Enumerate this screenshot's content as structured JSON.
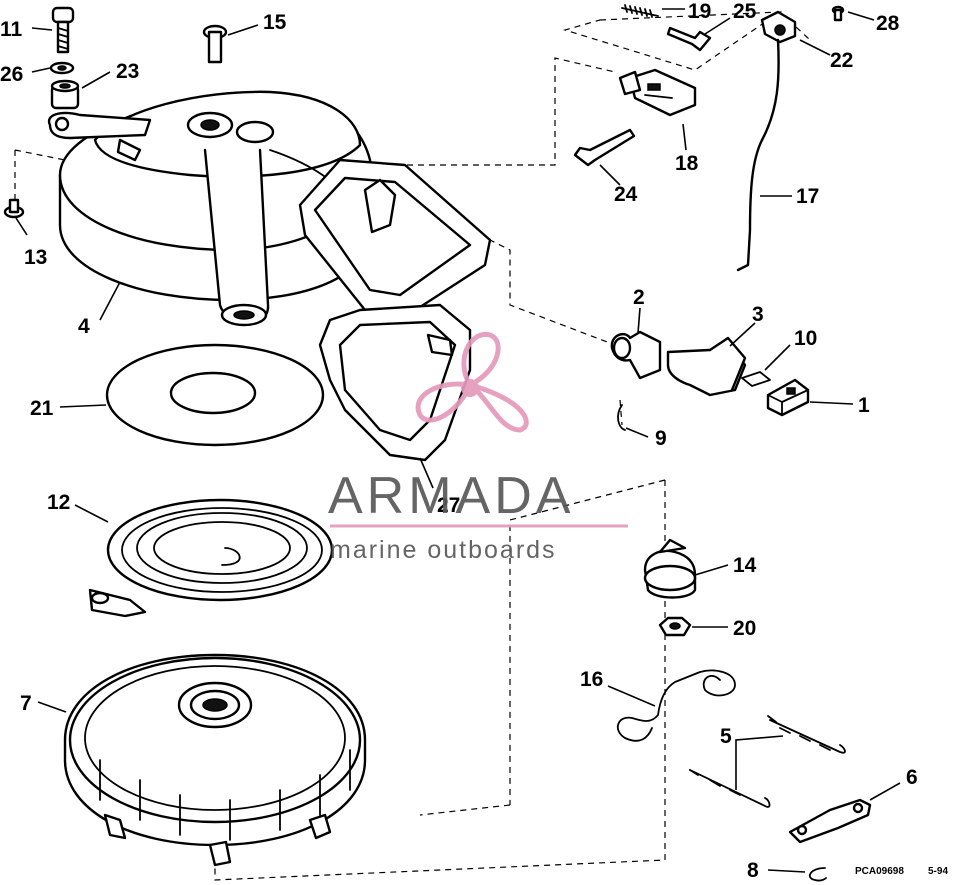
{
  "labels": {
    "p1": "1",
    "p2": "2",
    "p3": "3",
    "p4": "4",
    "p5": "5",
    "p6": "6",
    "p7": "7",
    "p8": "8",
    "p9": "9",
    "p10": "10",
    "p11": "11",
    "p12": "12",
    "p13": "13",
    "p14": "14",
    "p15": "15",
    "p16": "16",
    "p17": "17",
    "p18": "18",
    "p19": "19",
    "p20": "20",
    "p21": "21",
    "p22": "22",
    "p23": "23",
    "p24": "24",
    "p25": "25",
    "p26": "26",
    "p27": "27",
    "p28": "28"
  },
  "figure_code": "PCA09698",
  "figure_date": "5-94",
  "watermark": {
    "title": "ARMADA",
    "subtitle": "marine outboards",
    "accent_color": "#e59abb",
    "text_color": "#58585a"
  }
}
